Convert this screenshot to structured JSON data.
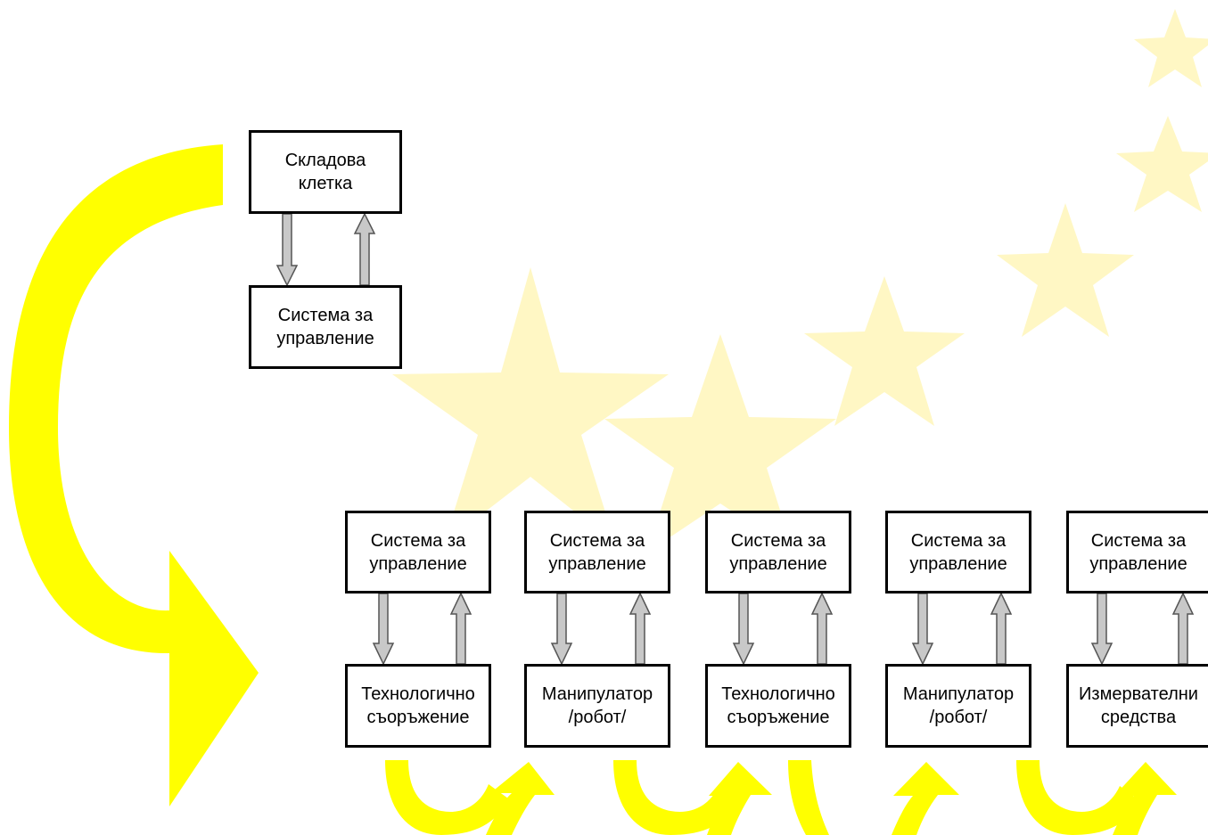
{
  "colors": {
    "arrow_fill": "#ffff00",
    "star_fill": "#fff7c4",
    "connector_fill": "#c8c8c8",
    "box_border": "#000000"
  },
  "top_group": {
    "storage": "Складова\nклетка",
    "control": "Система за\nуправление"
  },
  "columns": [
    {
      "control": "Система за\nуправление",
      "device": "Технологично\nсъоръжение"
    },
    {
      "control": "Система за\nуправление",
      "device": "Манипулатор\n/робот/"
    },
    {
      "control": "Система за\nуправление",
      "device": "Технологично\nсъоръжение"
    },
    {
      "control": "Система за\nуправление",
      "device": "Манипулатор\n/робот/"
    },
    {
      "control": "Система за\nуправление",
      "device": "Измервателни\nсредства"
    }
  ]
}
